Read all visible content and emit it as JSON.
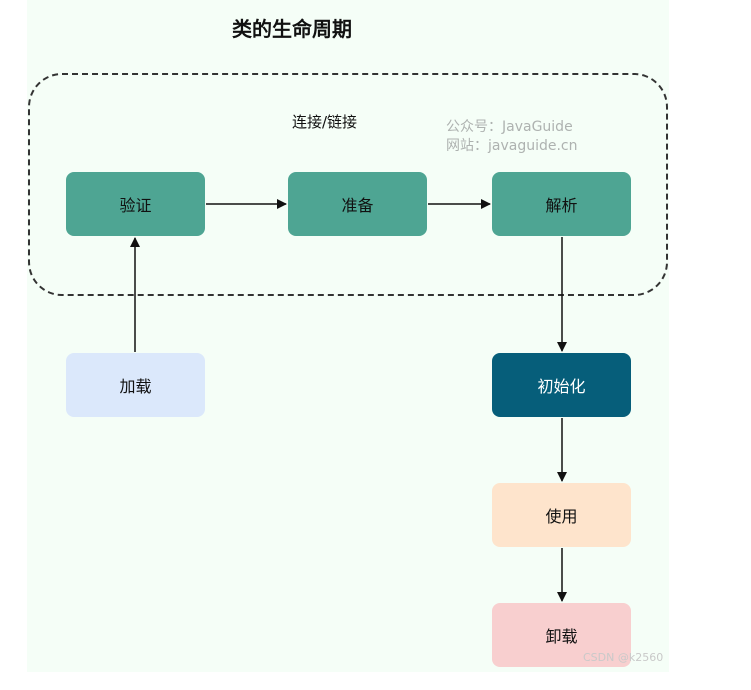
{
  "diagram": {
    "title": "类的生命周期",
    "group_label": "连接/链接",
    "watermark": {
      "line1": "公众号：JavaGuide",
      "line2": "网站：javaguide.cn"
    },
    "nodes": {
      "verify": "验证",
      "prepare": "准备",
      "resolve": "解析",
      "load": "加载",
      "initialize": "初始化",
      "use": "使用",
      "unload": "卸载"
    },
    "credit": "CSDN @k2560"
  },
  "colors": {
    "background": "#f5fef7",
    "teal_node": "#4ea593",
    "initialize_node": "#065e7a",
    "load_node": "#dbe8fb",
    "use_node": "#fee4cc",
    "unload_node": "#f8cfcf",
    "arrow": "#111111",
    "group_border": "#333333"
  }
}
